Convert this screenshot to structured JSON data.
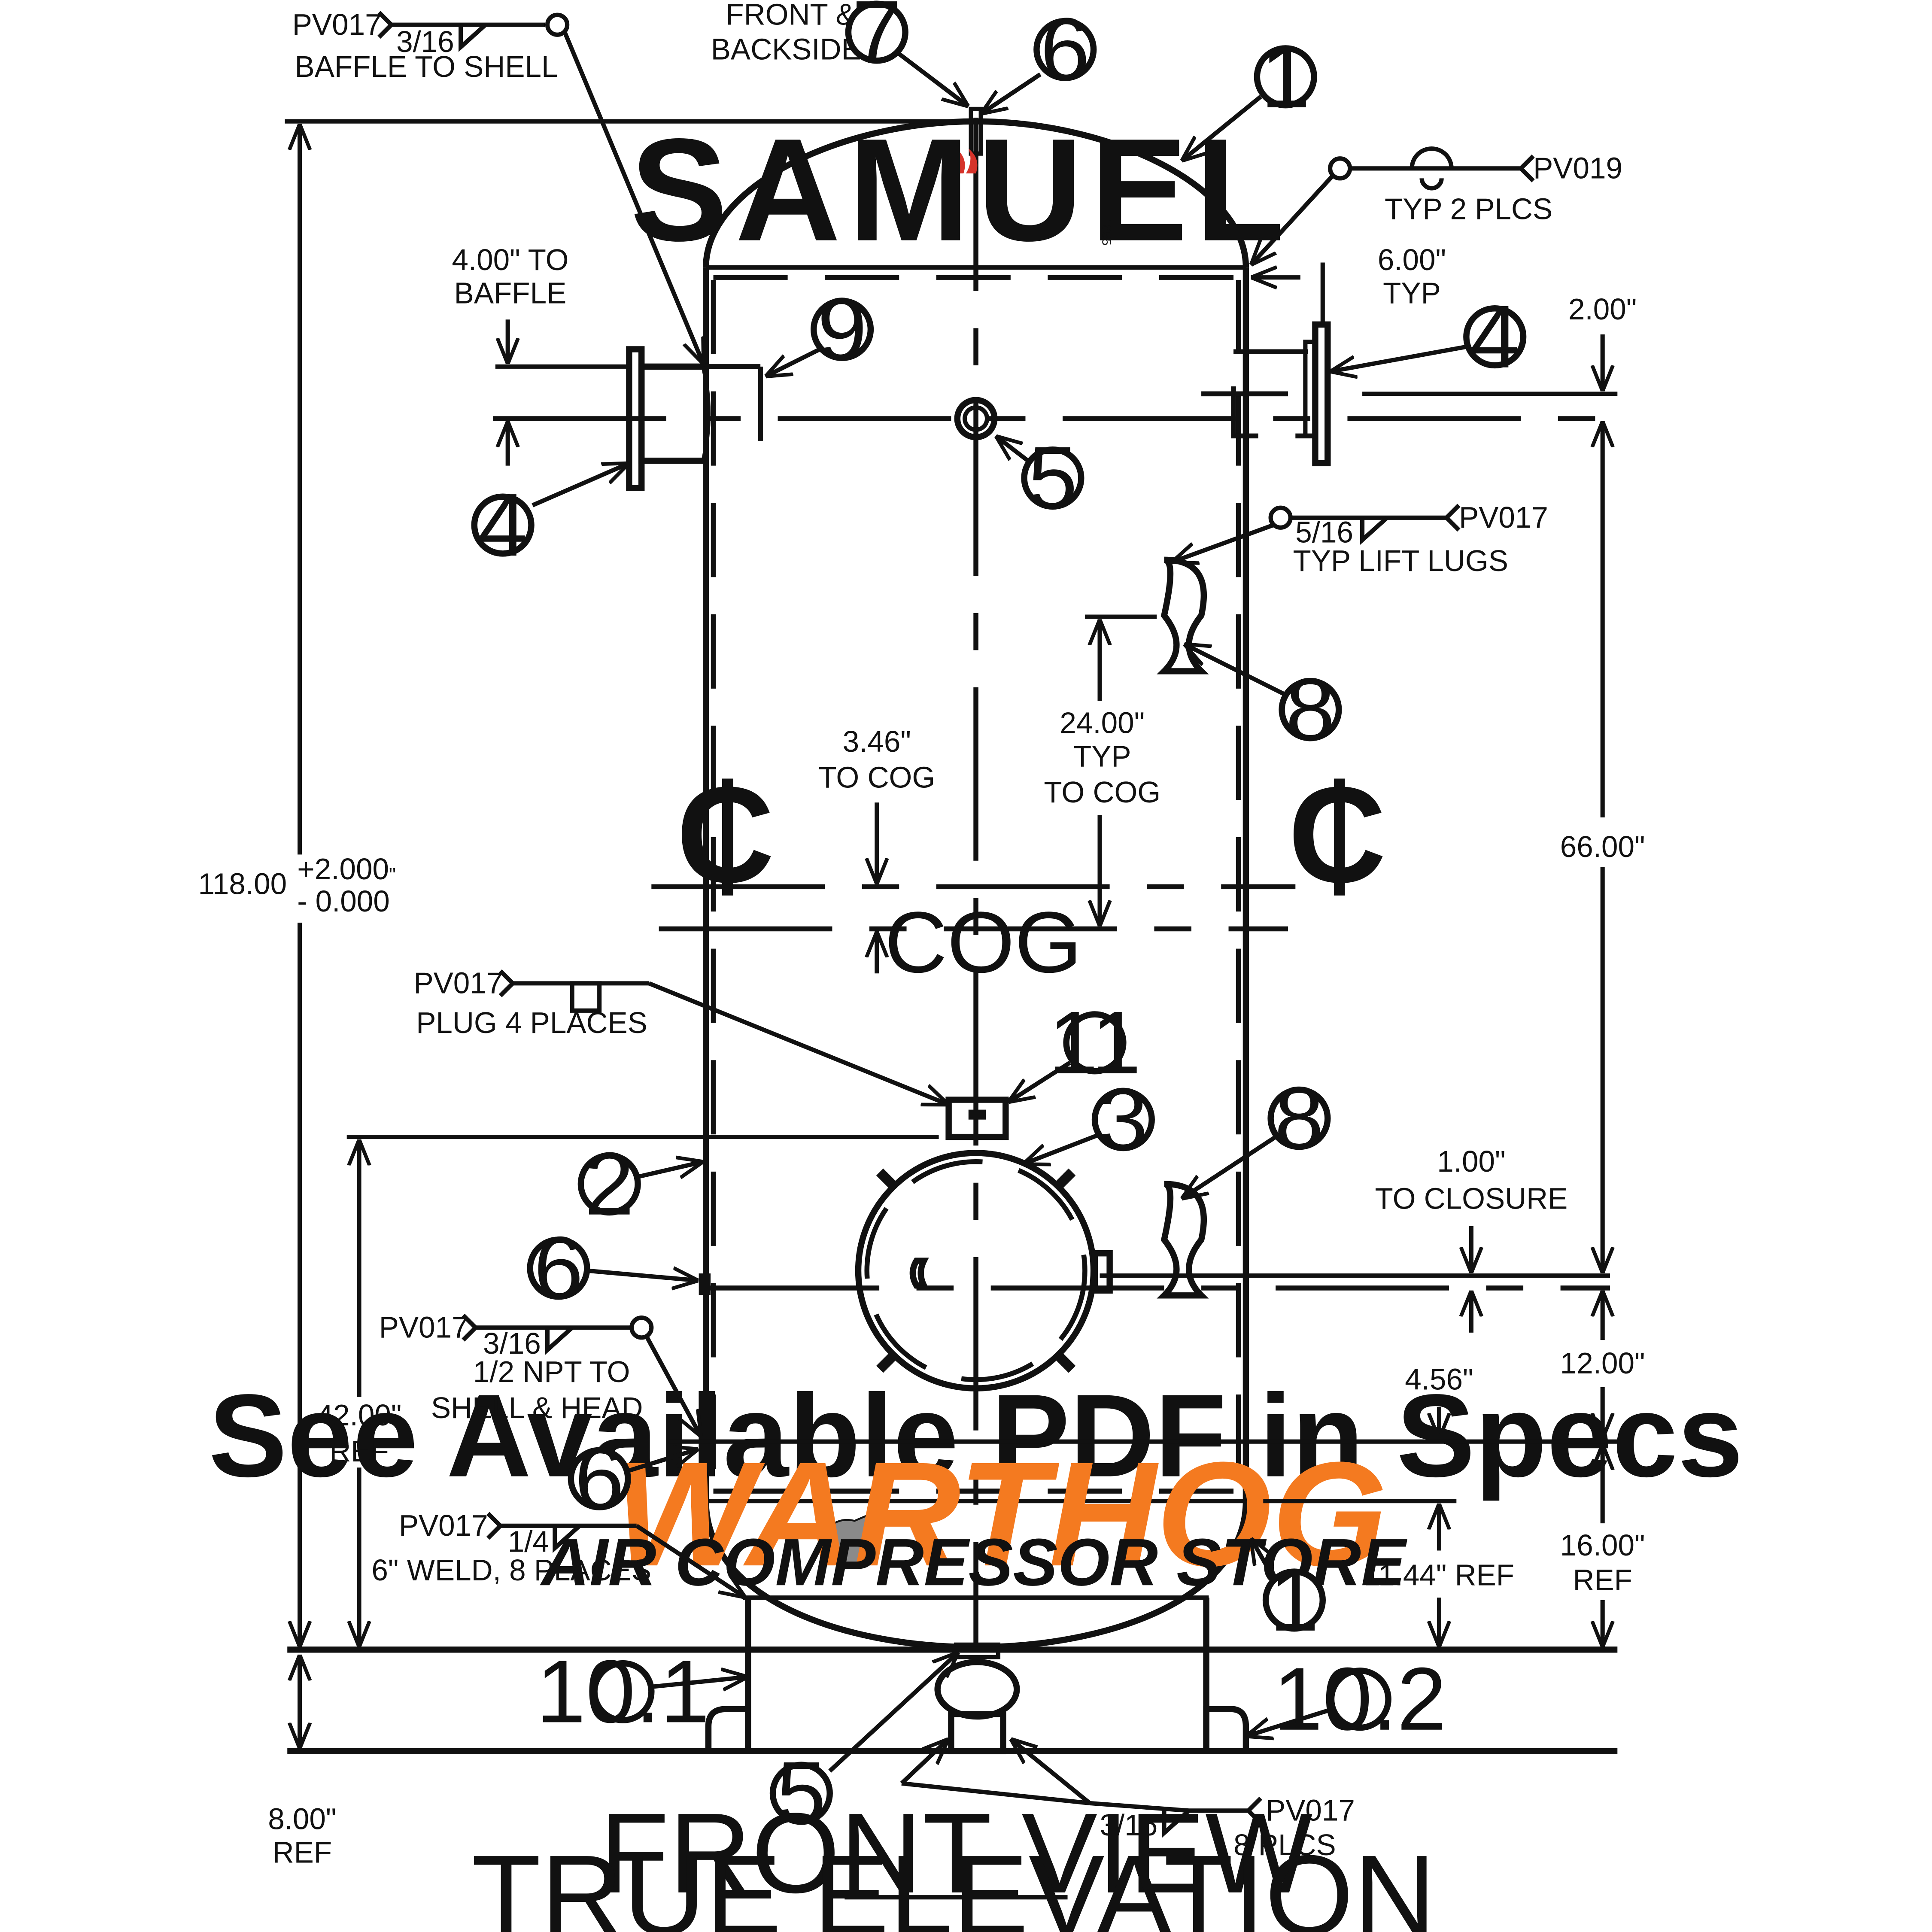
{
  "balloons": {
    "b1_top": "1",
    "b1_bottom": "1",
    "b2": "2",
    "b3": "3",
    "b4_left": "4",
    "b4_right": "4",
    "b5_top": "5",
    "b5_bottom": "5",
    "b6_top": "6",
    "b6_mid": "6",
    "b6_low": "6",
    "b7": "7",
    "b8_top": "8",
    "b8_bottom": "8",
    "b9": "9",
    "b10_1": "10.1",
    "b10_2": "10.2",
    "b11": "11"
  },
  "notes": {
    "weld_baffle_code": "PV017",
    "weld_baffle_size": "3/16",
    "weld_baffle_text": "BAFFLE TO SHELL",
    "front_back_1": "FRONT &",
    "front_back_2": "BACKSIDE",
    "typ2_code": "PV019",
    "typ2_text": "TYP 2 PLCS",
    "lift_code": "PV017",
    "lift_size": "5/16",
    "lift_text": "TYP LIFT LUGS",
    "plug_code": "PV017",
    "plug_text": "PLUG 4 PLACES",
    "npt_code": "PV017",
    "npt_size": "3/16",
    "npt_text_1": "1/2 NPT TO",
    "npt_text_2": "SHELL & HEAD",
    "weld6_code": "PV017",
    "weld6_size": "1/4",
    "weld6_text": "6\" WELD, 8 PLACES",
    "plcs8_code": "PV017",
    "plcs8_size": "3/16",
    "plcs8_text": "8 PLCS",
    "cog": "COG",
    "cl_symbol": "₵"
  },
  "dims": {
    "overall_main": "118.00",
    "overall_plus": "+2.000",
    "overall_unit": "\"",
    "overall_minus": "- 0.000",
    "baffle_1": "4.00\" TO",
    "baffle_2": "BAFFLE",
    "typ6_1": "6.00\"",
    "typ6_2": "TYP",
    "d2": "2.00\"",
    "d66": "66.00\"",
    "cog346_1": "3.46\"",
    "cog346_2": "TO COG",
    "cog24_1": "24.00\"",
    "cog24_2": "TYP",
    "cog24_3": "TO COG",
    "ref42_1": "42.00\"",
    "ref42_2": "REF",
    "closure_1": "1.00\"",
    "closure_2": "TO CLOSURE",
    "d12": "12.00\"",
    "d456": "4.56\"",
    "d1144": "11.44\" REF",
    "ref16_1": "16.00\"",
    "ref16_2": "REF",
    "ref8_1": "8.00\"",
    "ref8_2": "REF"
  },
  "overlay": {
    "banner": "See Available PDF in Specs",
    "brand": "WARTHOG",
    "brand_sub": "AIR COMPRESSOR STORE",
    "logo": "SAMUEL",
    "logo_year": "1855"
  },
  "title": {
    "line1": "FRONT VIEW",
    "line2": "TRUE ELEVATION"
  },
  "colors": {
    "line": "#111111",
    "brand_orange": "#f47a20",
    "logo_flame": "#d6332a"
  }
}
